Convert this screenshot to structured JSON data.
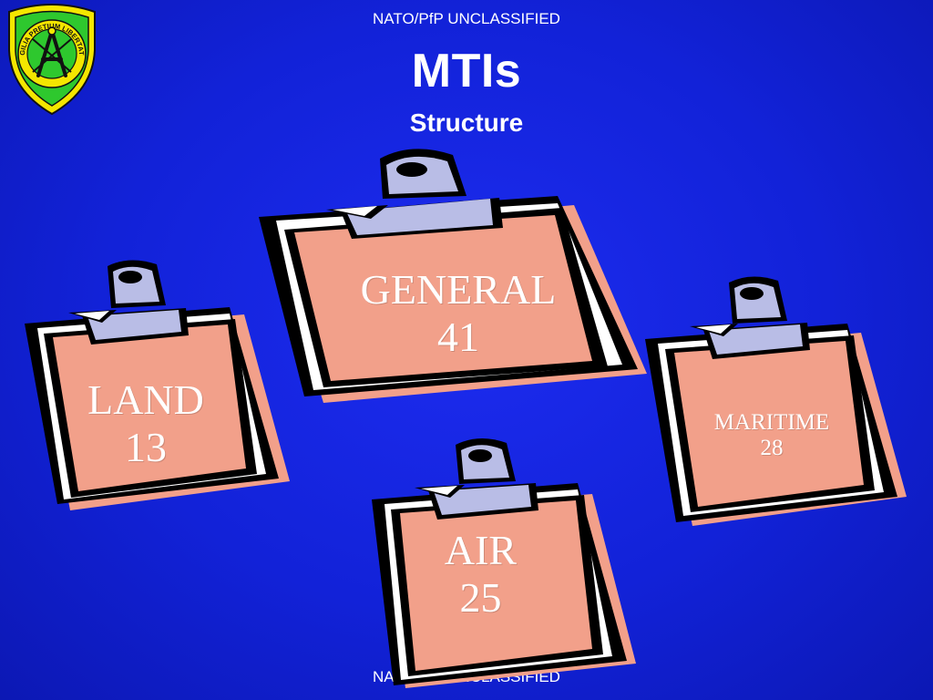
{
  "header": {
    "classification_top": "NATO/PfP UNCLASSIFIED",
    "title": "MTIs",
    "subtitle": "Structure"
  },
  "footer": {
    "classification_bottom": "NATO/PfP UNCLASSIFIED"
  },
  "emblem": {
    "icon": "shield-emblem-icon",
    "motto": "VIGILIA PRETIUM LIBERTATIS"
  },
  "clipboards": {
    "general": {
      "label": "GENERAL",
      "count": "41"
    },
    "land": {
      "label": "LAND",
      "count": "13"
    },
    "maritime": {
      "label": "MARITIME",
      "count": "28"
    },
    "air": {
      "label": "AIR",
      "count": "25"
    }
  },
  "colors": {
    "background": "#1222d8",
    "paper": "#f2a08a",
    "clip": "#b9bde6",
    "emblem_green": "#2ec82e",
    "emblem_yellow": "#f4e600"
  }
}
